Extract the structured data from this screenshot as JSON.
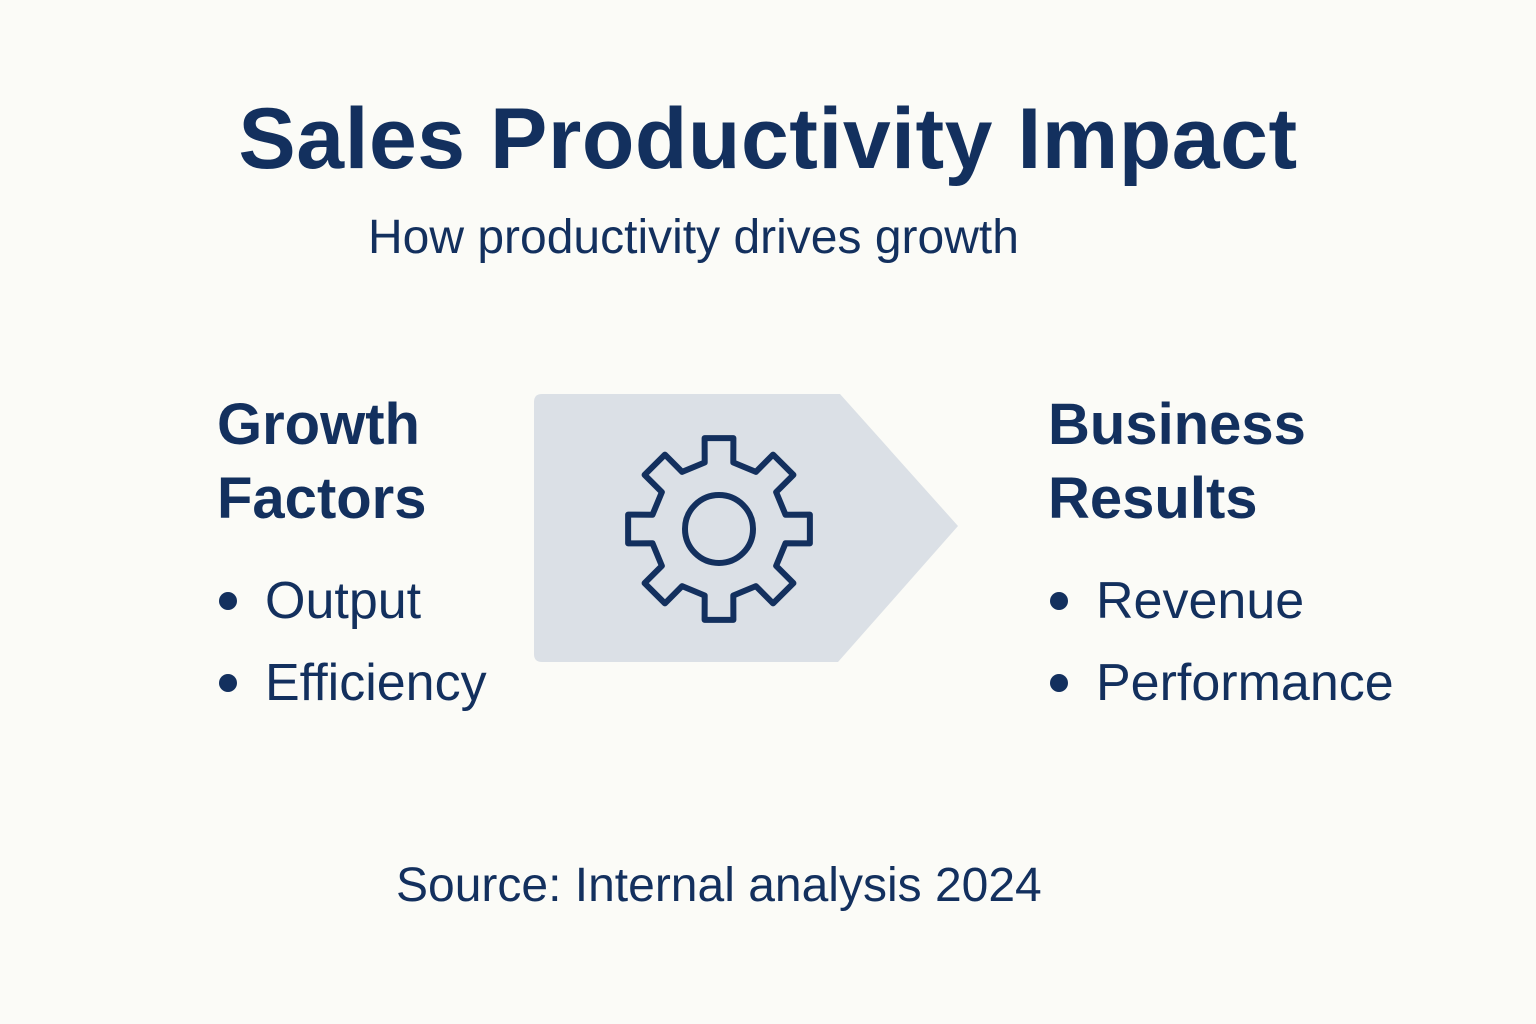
{
  "title": "Sales Productivity Impact",
  "subtitle": "How productivity drives growth",
  "left_column": {
    "heading_line1": "Growth",
    "heading_line2": "Factors",
    "items": [
      "Output",
      "Efficiency"
    ]
  },
  "right_column": {
    "heading_line1": "Business",
    "heading_line2": "Results",
    "items": [
      "Revenue",
      "Performance"
    ]
  },
  "center_graphic": {
    "icon": "gear-icon",
    "shape_color": "#dbe0e6"
  },
  "source": "Source: Internal analysis 2024",
  "colors": {
    "text": "#13305e",
    "background": "#fbfbf7",
    "arrow_fill": "#dbe0e6",
    "icon_stroke": "#13305e"
  }
}
